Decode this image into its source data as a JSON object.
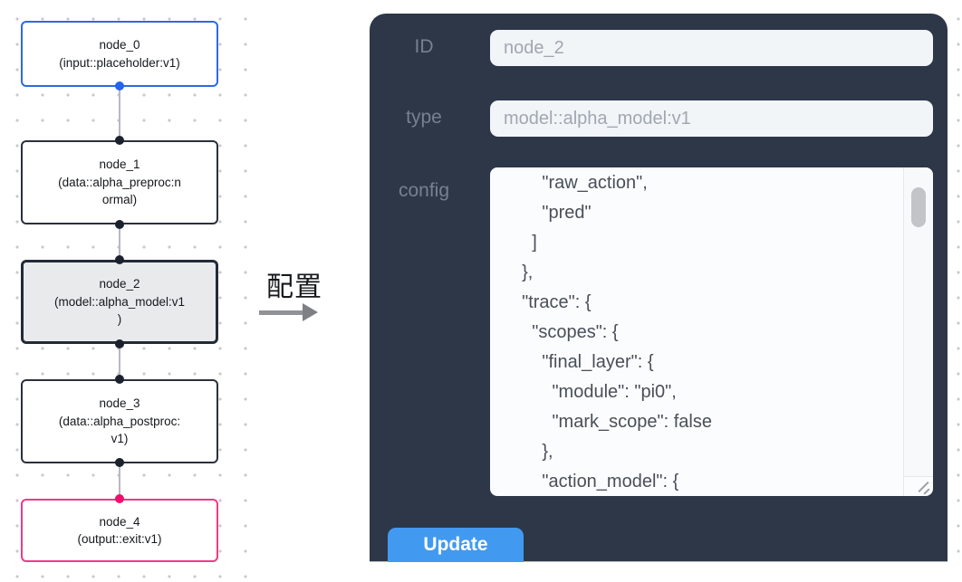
{
  "flowchart": {
    "nodes": [
      {
        "id": "node_0",
        "text": "node_0\n(input::placeholder:v1)"
      },
      {
        "id": "node_1",
        "text": "node_1\n(data::alpha_preproc:n\normal)"
      },
      {
        "id": "node_2",
        "text": "node_2\n(model::alpha_model:v1\n)"
      },
      {
        "id": "node_3",
        "text": "node_3\n(data::alpha_postproc:\nv1)"
      },
      {
        "id": "node_4",
        "text": "node_4\n(output::exit:v1)"
      }
    ]
  },
  "annotation": {
    "label": "配置"
  },
  "panel": {
    "fields": [
      {
        "label": "ID",
        "value": "node_2"
      },
      {
        "label": "type",
        "value": "model::alpha_model:v1"
      }
    ],
    "config_label": "config",
    "config_text": "      \"raw_action\",\n      \"pred\"\n    ]\n  },\n  \"trace\": {\n    \"scopes\": {\n      \"final_layer\": {\n        \"module\": \"pi0\",\n        \"mark_scope\": false\n      },\n      \"action_model\": {",
    "update_label": "Update"
  },
  "colors": {
    "panel_bg": "#2d3748",
    "button_blue": "#4299f0",
    "node_border_default": "#2b303c",
    "node_border_input": "#2d6ae0",
    "node_border_output": "#ee3b86",
    "node_selected_fill": "#e9eaec",
    "port_dark": "#1c212e",
    "port_blue": "#2563eb",
    "port_pink": "#f30d6c",
    "edge_gray": "#b8babf",
    "grid_dot": "#c7c9cd"
  }
}
